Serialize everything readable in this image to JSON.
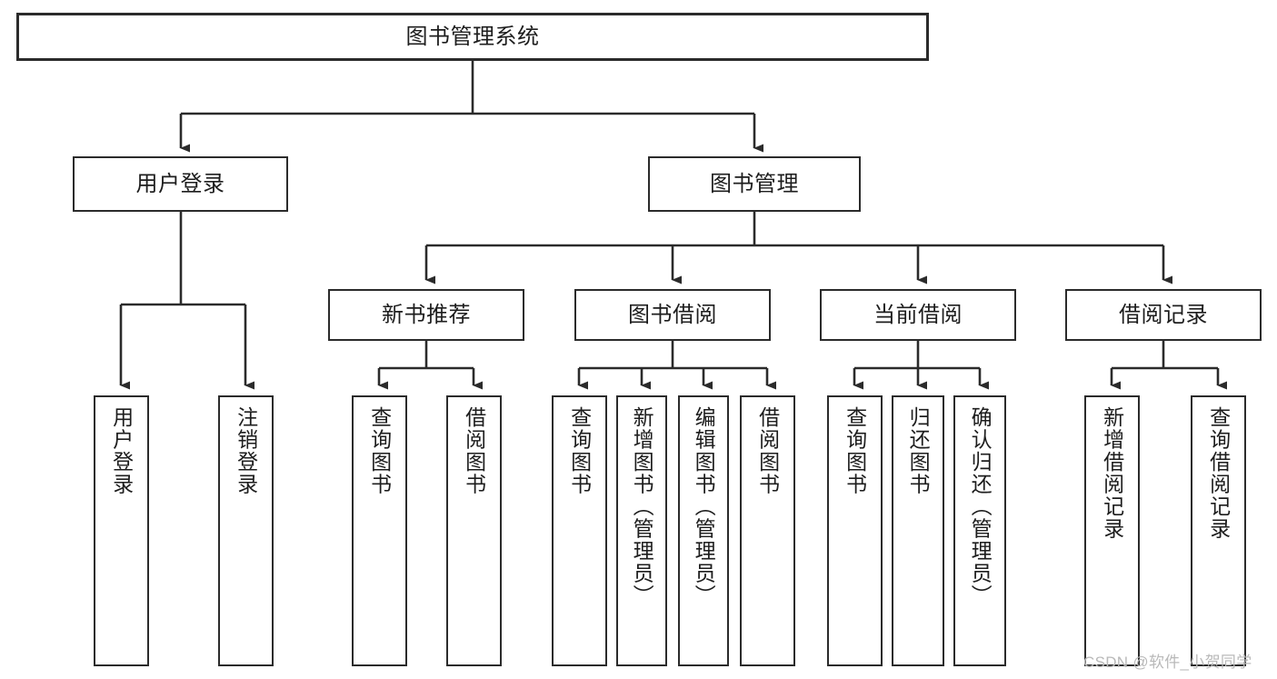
{
  "diagram": {
    "title": "图书管理系统",
    "type": "functional-decomposition-tree",
    "orientation": "top-down",
    "colors": {
      "background": "#ffffff",
      "box_border": "#2b2b2b",
      "box_fill": "#ffffff",
      "text": "#1d1d1d",
      "connector": "#2b2b2b",
      "watermark": "#b9b9b9"
    }
  },
  "root": {
    "label": "图书管理系统"
  },
  "level2": [
    {
      "label": "用户登录"
    },
    {
      "label": "图书管理"
    }
  ],
  "level3": [
    {
      "label": "新书推荐"
    },
    {
      "label": "图书借阅"
    },
    {
      "label": "当前借阅"
    },
    {
      "label": "借阅记录"
    }
  ],
  "leaves": {
    "user_login": [
      {
        "label": "用户登录"
      },
      {
        "label": "注销登录"
      }
    ],
    "new_book_recommend": [
      {
        "label": "查询图书"
      },
      {
        "label": "借阅图书"
      }
    ],
    "book_borrow": [
      {
        "label": "查询图书"
      },
      {
        "label": "新增图书（管理员）"
      },
      {
        "label": "编辑图书（管理员）"
      },
      {
        "label": "借阅图书"
      }
    ],
    "current_borrow": [
      {
        "label": "查询图书"
      },
      {
        "label": "归还图书"
      },
      {
        "label": "确认归还（管理员）"
      }
    ],
    "borrow_record": [
      {
        "label": "新增借阅记录"
      },
      {
        "label": "查询借阅记录"
      }
    ]
  },
  "watermark": {
    "text": "CSDN @软件_小贺同学"
  }
}
